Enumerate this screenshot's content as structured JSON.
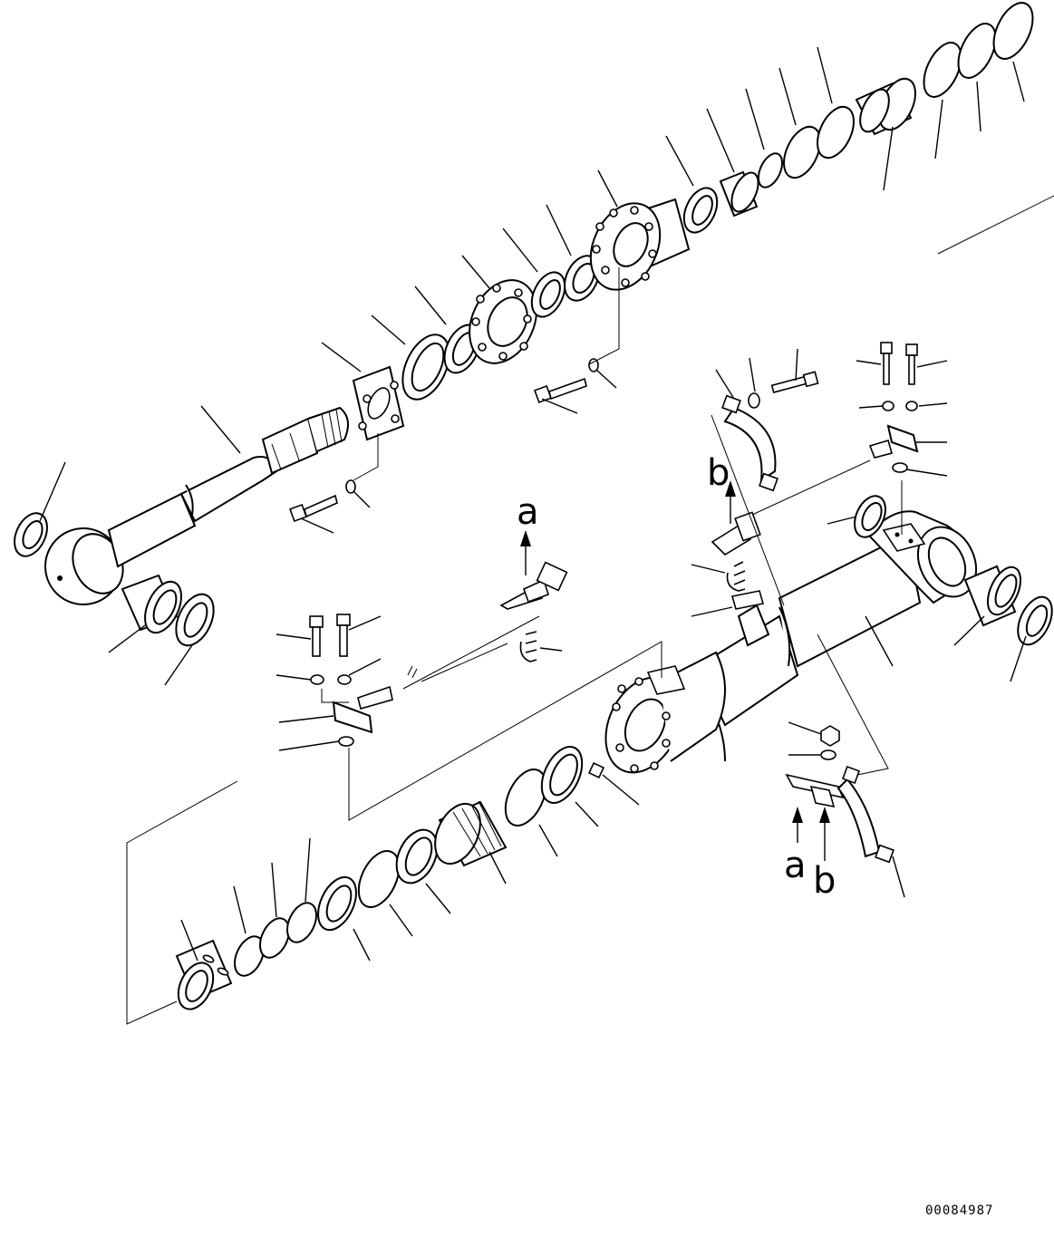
{
  "drawing_number": "00084987",
  "reference_labels": {
    "a_rod": "a",
    "b_tube": "b",
    "a_bracket": "a",
    "b_bracket": "b"
  }
}
